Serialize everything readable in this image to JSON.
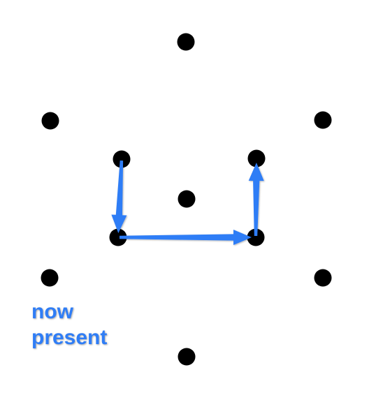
{
  "caption": {
    "line1": "now",
    "line2": "present"
  },
  "colors": {
    "dot": "#000000",
    "arrow": "#2f7df6",
    "caption": "#2f7df6"
  },
  "dots": [
    {
      "id": "top"
    },
    {
      "id": "upper-left"
    },
    {
      "id": "upper-right"
    },
    {
      "id": "inner-upper-left"
    },
    {
      "id": "inner-upper-right"
    },
    {
      "id": "center"
    },
    {
      "id": "inner-lower-left"
    },
    {
      "id": "inner-lower-right"
    },
    {
      "id": "lower-left"
    },
    {
      "id": "lower-right"
    },
    {
      "id": "bottom"
    }
  ],
  "arrows": [
    {
      "from": "inner-upper-left",
      "to": "inner-lower-left"
    },
    {
      "from": "inner-lower-left",
      "to": "inner-lower-right"
    },
    {
      "from": "inner-lower-right",
      "to": "inner-upper-right"
    }
  ]
}
